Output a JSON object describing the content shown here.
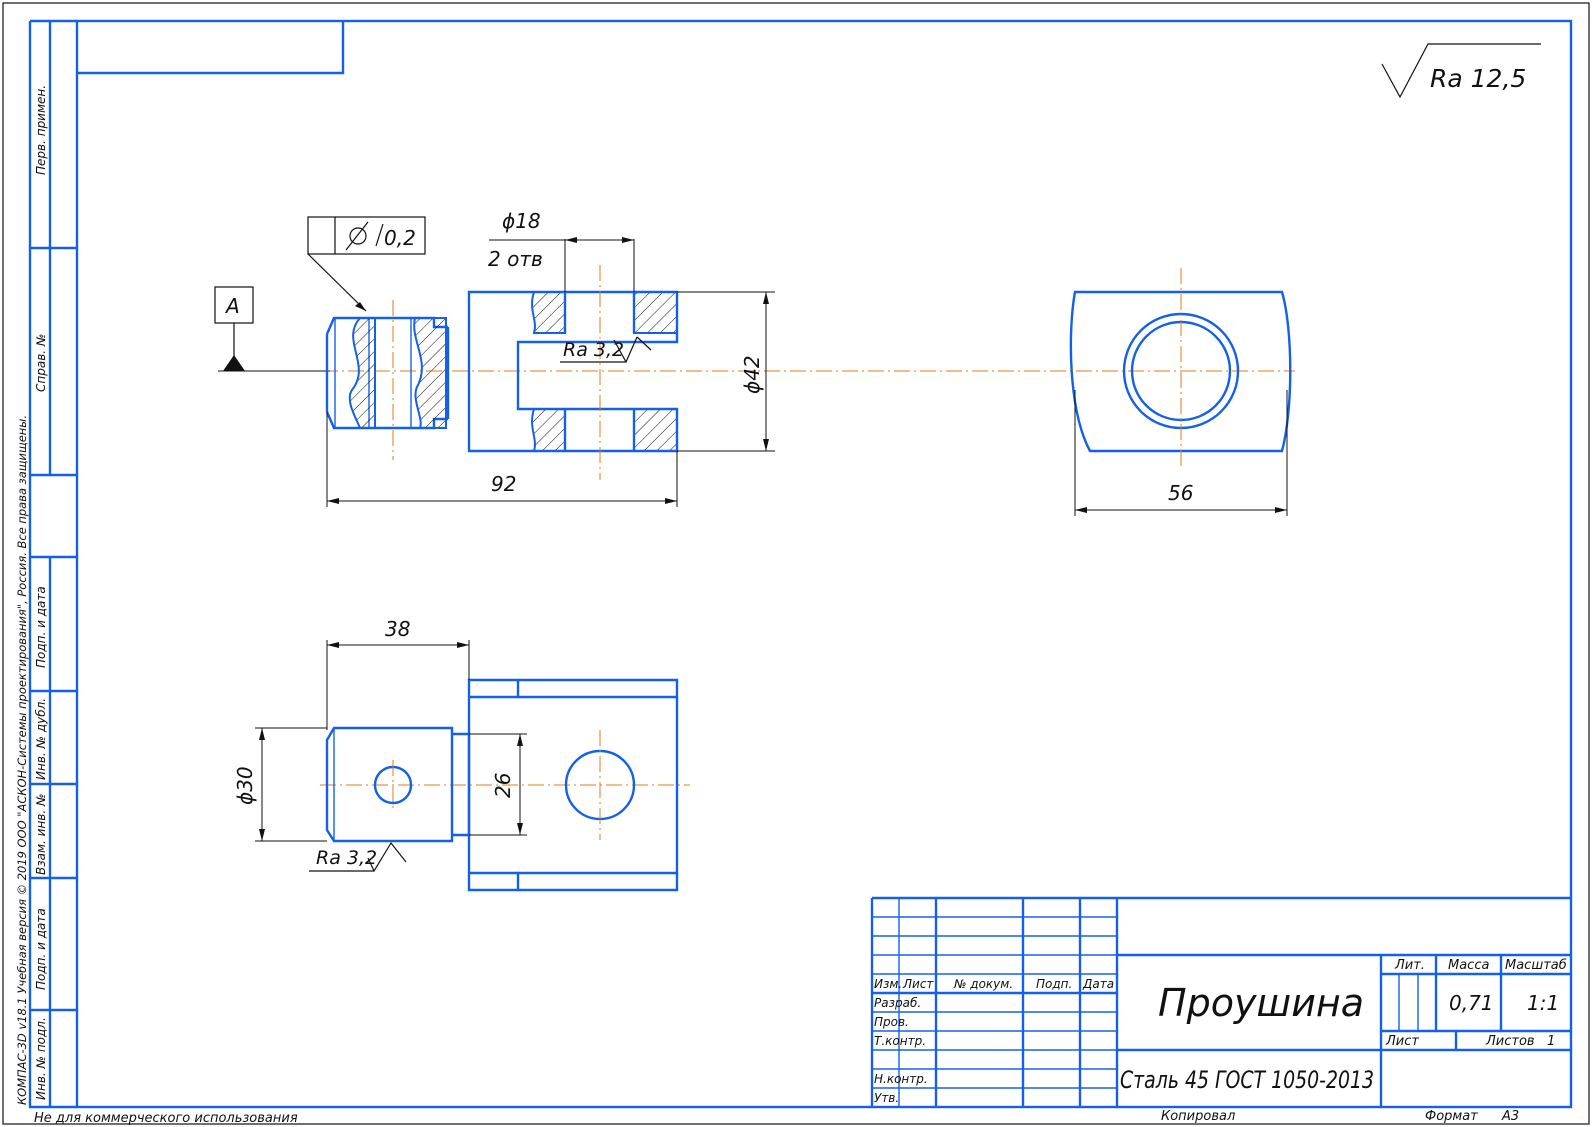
{
  "stamp": {
    "roughness_general": "Ra 12,5",
    "roughness_local": "Ra 3,2",
    "datum": "A",
    "runout_tolerance": "0,2",
    "top_left_box": ""
  },
  "dimensions": {
    "hole_dia": "ϕ18",
    "hole_count": "2 отв",
    "height_dia": "ϕ42",
    "length": "92",
    "width": "56",
    "shank_len": "38",
    "shank_dia": "ϕ30",
    "flat": "26"
  },
  "side_labels": {
    "perv_primen": "Перв. примен.",
    "sprav": "Справ. №",
    "podp_data_1": "Подп. и дата",
    "inv_dubl": "Инв. № дубл.",
    "vzam_inv": "Взам. инв. №",
    "podp_data_2": "Подп. и дата",
    "inv_podl": "Инв. № подл.",
    "copyright": "КОМПАС-3D v18.1 Учебная версия © 2019 ООО \"АСКОН-Системы проектирования\", Россия. Все права защищены."
  },
  "title_block": {
    "izm": "Изм.",
    "list": "Лист",
    "n_dokum": "№ докум.",
    "podp": "Подп.",
    "data": "Дата",
    "razrab": "Разраб.",
    "prov": "Пров.",
    "tkontr": "Т.контр.",
    "nkontr": "Н.контр.",
    "utv": "Утв.",
    "part_name": "Проушина",
    "material": "Сталь 45  ГОСТ 1050-2013",
    "lit": "Лит.",
    "massa": "Масса",
    "masshtab": "Масштаб",
    "massa_val": "0,71",
    "masshtab_val": "1:1",
    "list_label": "Лист",
    "listov_label": "Листов",
    "listov_val": "1"
  },
  "footer": {
    "not_commercial": "Не для коммерческого использования",
    "kopiroval": "Копировал",
    "format_label": "Формат",
    "format_val": "A3"
  }
}
